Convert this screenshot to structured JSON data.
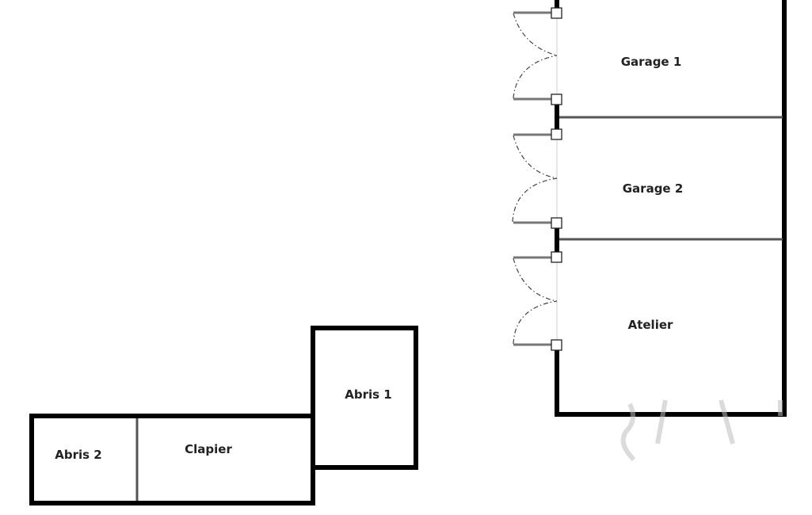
{
  "plan": {
    "rooms": [
      {
        "id": "garage-1",
        "label": "Garage 1"
      },
      {
        "id": "garage-2",
        "label": "Garage 2"
      },
      {
        "id": "atelier",
        "label": "Atelier"
      },
      {
        "id": "abris-1",
        "label": "Abris 1"
      },
      {
        "id": "abris-2",
        "label": "Abris 2"
      },
      {
        "id": "clapier",
        "label": "Clapier"
      }
    ],
    "doors": [
      {
        "room": "Garage 1",
        "type": "double-swing"
      },
      {
        "room": "Garage 2",
        "type": "double-swing"
      },
      {
        "room": "Atelier",
        "type": "double-swing"
      }
    ],
    "colors": {
      "wall": "#000000",
      "partition": "#555555",
      "label": "#222222",
      "background": "#ffffff"
    }
  }
}
